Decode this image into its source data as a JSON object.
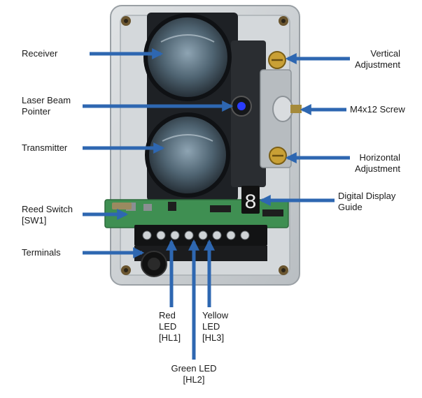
{
  "labels": {
    "receiver": "Receiver",
    "laser_beam_pointer": [
      "Laser Beam",
      "Pointer"
    ],
    "transmitter": "Transmitter",
    "reed_switch": [
      "Reed Switch",
      "[SW1]"
    ],
    "terminals": "Terminals",
    "vertical_adjustment": [
      "Vertical",
      "Adjustment"
    ],
    "m4x12_screw": "M4x12 Screw",
    "horizontal_adjustment": [
      "Horizontal",
      "Adjustment"
    ],
    "digital_display_guide": [
      "Digital Display",
      "Guide"
    ],
    "red_led": [
      "Red",
      "LED",
      "[HL1]"
    ],
    "yellow_led": [
      "Yellow",
      "LED",
      "[HL3]"
    ],
    "green_led": [
      "Green LED",
      "[HL2]"
    ]
  },
  "display_digit": "8",
  "colors": {
    "arrow": "#2e67b1",
    "housing": "#c9cdd0",
    "pcb": "#3f8f52",
    "laser": "#2a3cff"
  }
}
